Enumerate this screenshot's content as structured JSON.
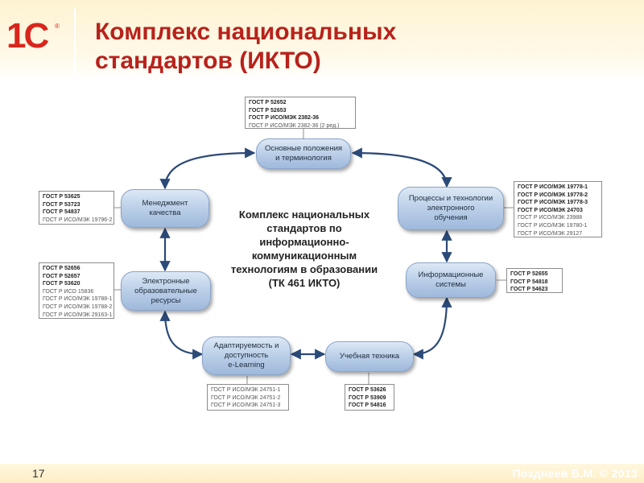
{
  "header": {
    "logo_text": "1С",
    "logo_mark": "®",
    "title_line1": "Комплекс национальных",
    "title_line2": "стандартов (ИКТО)"
  },
  "diagram": {
    "center_text": "Комплекс национальных\nстандартов по\nинформационно-\nкоммуникационным\nтехнологиям в образовании\n(ТК 461 ИКТО)",
    "nodes": {
      "basics": "Основные положения\nи терминология",
      "processes": "Процессы и технологии\nэлектронного\nобучения",
      "infosystems": "Информационные\nсистемы",
      "equipment": "Учебная техника",
      "adaptability": "Адаптируемость и\nдоступность\ne-Learning",
      "resources": "Электронные\nобразовательные\nресурсы",
      "management": "Менеджмент\nкачества"
    },
    "standards": {
      "basics": [
        {
          "text": "ГОСТ Р 52652",
          "bold": true
        },
        {
          "text": "ГОСТ Р 52653",
          "bold": true
        },
        {
          "text": "ГОСТ Р ИСО/МЭК 2382-36",
          "bold": true
        },
        {
          "text": "ГОСТ Р ИСО/МЭК 2382-36 (2 ред.)",
          "bold": false
        }
      ],
      "processes": [
        {
          "text": "ГОСТ Р ИСО/МЭК 19778-1",
          "bold": true
        },
        {
          "text": "ГОСТ Р ИСО/МЭК 19778-2",
          "bold": true
        },
        {
          "text": "ГОСТ Р ИСО/МЭК 19778-3",
          "bold": true
        },
        {
          "text": "ГОСТ Р ИСО/МЭК 24703",
          "bold": true
        },
        {
          "text": "ГОСТ Р ИСО/МЭК 23988",
          "bold": false
        },
        {
          "text": "ГОСТ Р ИСО/МЭК 19780-1",
          "bold": false
        },
        {
          "text": "ГОСТ Р ИСО/МЭК 29127",
          "bold": false
        }
      ],
      "infosystems": [
        {
          "text": "ГОСТ Р 52655",
          "bold": true
        },
        {
          "text": "ГОСТ Р 54818",
          "bold": true
        },
        {
          "text": "ГОСТ Р 54623",
          "bold": true
        }
      ],
      "equipment": [
        {
          "text": "ГОСТ Р 53626",
          "bold": true
        },
        {
          "text": "ГОСТ Р 53909",
          "bold": true
        },
        {
          "text": "ГОСТ Р 54816",
          "bold": true
        }
      ],
      "adaptability": [
        {
          "text": "ГОСТ Р ИСО/МЭК 24751-1",
          "bold": false
        },
        {
          "text": "ГОСТ Р ИСО/МЭК 24751-2",
          "bold": false
        },
        {
          "text": "ГОСТ Р ИСО/МЭК 24751-3",
          "bold": false
        }
      ],
      "resources": [
        {
          "text": "ГОСТ Р 52656",
          "bold": true
        },
        {
          "text": "ГОСТ Р 52657",
          "bold": true
        },
        {
          "text": "ГОСТ Р 53620",
          "bold": true
        },
        {
          "text": "ГОСТ Р ИСО 15836",
          "bold": false
        },
        {
          "text": "ГОСТ Р ИСО/МЭК 19788-1",
          "bold": false
        },
        {
          "text": "ГОСТ Р ИСО/МЭК 19788-2",
          "bold": false
        },
        {
          "text": "ГОСТ Р ИСО/МЭК 29163-1",
          "bold": false
        }
      ],
      "management": [
        {
          "text": "ГОСТ Р 53625",
          "bold": true
        },
        {
          "text": "ГОСТ Р 53723",
          "bold": true
        },
        {
          "text": "ГОСТ Р 54837",
          "bold": true
        },
        {
          "text": "ГОСТ Р ИСО/МЭК 19796-2",
          "bold": false
        }
      ]
    }
  },
  "footer": {
    "page_number": "17",
    "author": "Позднеев Б.М. © 2013"
  },
  "colors": {
    "title": "#b8221c",
    "logo": "#d8261d",
    "arrow": "#2b4a78",
    "node_fill": "#b7cce6"
  }
}
